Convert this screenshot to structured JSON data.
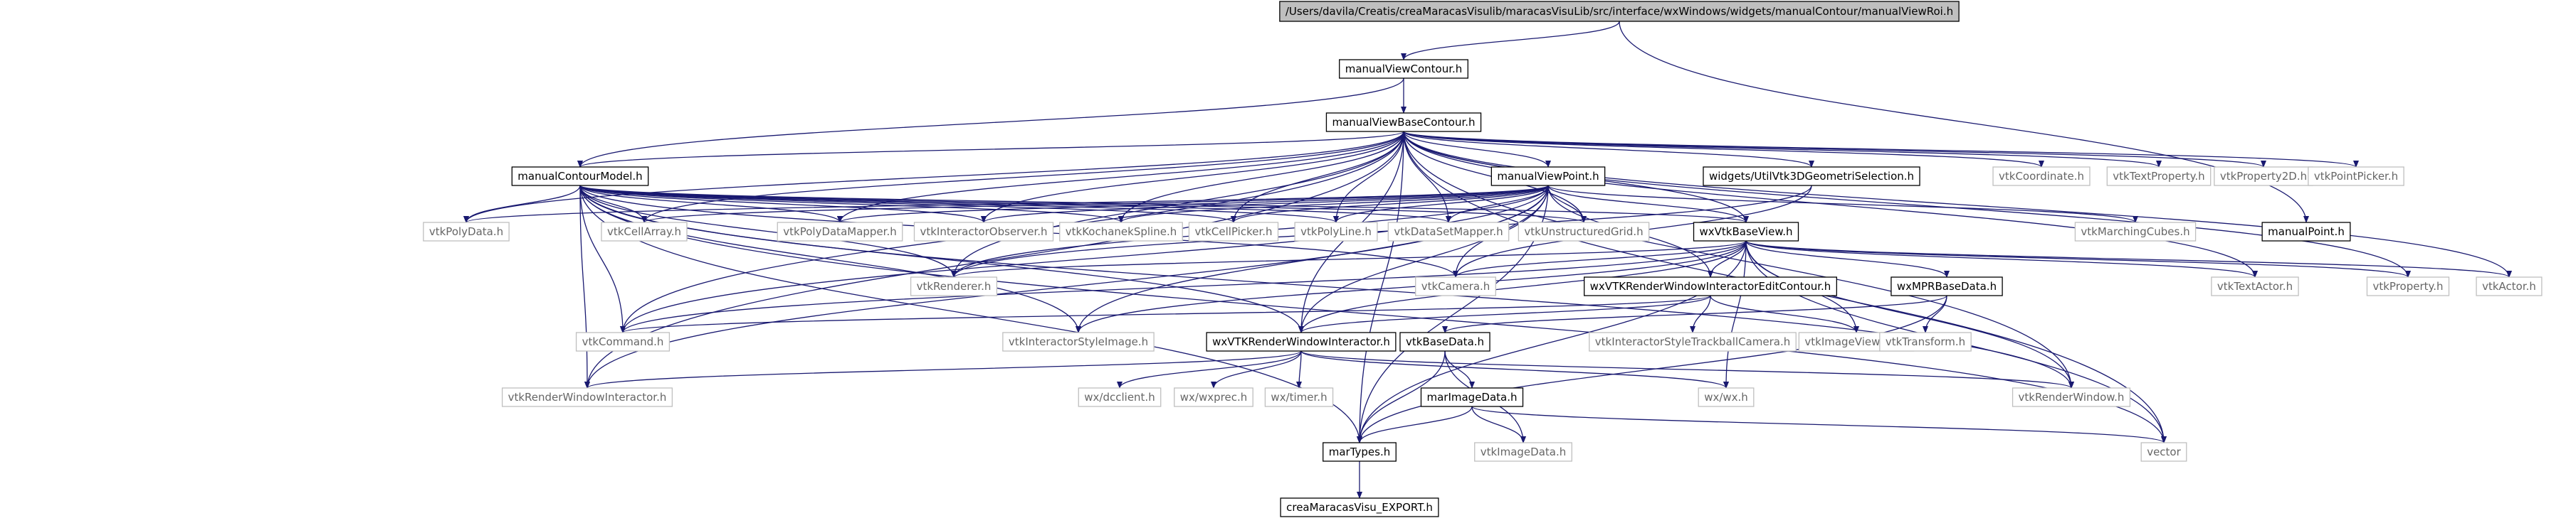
{
  "nodes": [
    {
      "id": "root",
      "label": "/Users/davila/Creatis/creaMaracasVisulib/maracasVisuLib/src/interface/wxWindows/widgets/manualContour/manualViewRoi.h",
      "style": "root"
    },
    {
      "id": "mvc",
      "label": "manualViewContour.h",
      "style": "doc"
    },
    {
      "id": "mvbc",
      "label": "manualViewBaseContour.h",
      "style": "doc"
    },
    {
      "id": "mcm",
      "label": "manualContourModel.h",
      "style": "doc"
    },
    {
      "id": "mvp",
      "label": "manualViewPoint.h",
      "style": "doc"
    },
    {
      "id": "wu3d",
      "label": "widgets/UtilVtk3DGeometriSelection.h",
      "style": "doc"
    },
    {
      "id": "vcoord",
      "label": "vtkCoordinate.h",
      "style": "ext"
    },
    {
      "id": "vtextp",
      "label": "vtkTextProperty.h",
      "style": "ext"
    },
    {
      "id": "vp2d",
      "label": "vtkProperty2D.h",
      "style": "ext"
    },
    {
      "id": "vpp",
      "label": "vtkPointPicker.h",
      "style": "ext"
    },
    {
      "id": "vpd",
      "label": "vtkPolyData.h",
      "style": "ext"
    },
    {
      "id": "vca",
      "label": "vtkCellArray.h",
      "style": "ext"
    },
    {
      "id": "vpdm",
      "label": "vtkPolyDataMapper.h",
      "style": "ext"
    },
    {
      "id": "vio",
      "label": "vtkInteractorObserver.h",
      "style": "ext"
    },
    {
      "id": "vks",
      "label": "vtkKochanekSpline.h",
      "style": "ext"
    },
    {
      "id": "vcp",
      "label": "vtkCellPicker.h",
      "style": "ext"
    },
    {
      "id": "vpl",
      "label": "vtkPolyLine.h",
      "style": "ext"
    },
    {
      "id": "vdsm",
      "label": "vtkDataSetMapper.h",
      "style": "ext"
    },
    {
      "id": "vug",
      "label": "vtkUnstructuredGrid.h",
      "style": "ext"
    },
    {
      "id": "wxvbv",
      "label": "wxVtkBaseView.h",
      "style": "doc"
    },
    {
      "id": "vmc",
      "label": "vtkMarchingCubes.h",
      "style": "ext"
    },
    {
      "id": "mp",
      "label": "manualPoint.h",
      "style": "doc"
    },
    {
      "id": "vren",
      "label": "vtkRenderer.h",
      "style": "ext"
    },
    {
      "id": "vcam",
      "label": "vtkCamera.h",
      "style": "ext"
    },
    {
      "id": "wxrwiec",
      "label": "wxVTKRenderWindowInteractorEditContour.h",
      "style": "doc"
    },
    {
      "id": "wxmpr",
      "label": "wxMPRBaseData.h",
      "style": "doc"
    },
    {
      "id": "vta",
      "label": "vtkTextActor.h",
      "style": "ext"
    },
    {
      "id": "vprop",
      "label": "vtkProperty.h",
      "style": "ext"
    },
    {
      "id": "vactor",
      "label": "vtkActor.h",
      "style": "ext"
    },
    {
      "id": "vcmd",
      "label": "vtkCommand.h",
      "style": "ext"
    },
    {
      "id": "visi",
      "label": "vtkInteractorStyleImage.h",
      "style": "ext"
    },
    {
      "id": "wxrwi",
      "label": "wxVTKRenderWindowInteractor.h",
      "style": "doc"
    },
    {
      "id": "vistc",
      "label": "vtkInteractorStyleTrackballCamera.h",
      "style": "ext"
    },
    {
      "id": "viv2",
      "label": "vtkImageViewer2.h",
      "style": "ext"
    },
    {
      "id": "vtrans",
      "label": "vtkTransform.h",
      "style": "ext"
    },
    {
      "id": "vbd",
      "label": "vtkBaseData.h",
      "style": "doc"
    },
    {
      "id": "vrwi",
      "label": "vtkRenderWindowInteractor.h",
      "style": "ext"
    },
    {
      "id": "wxdc",
      "label": "wx/dcclient.h",
      "style": "ext"
    },
    {
      "id": "wxprec",
      "label": "wx/wxprec.h",
      "style": "ext"
    },
    {
      "id": "wxtimer",
      "label": "wx/timer.h",
      "style": "ext"
    },
    {
      "id": "mid",
      "label": "marImageData.h",
      "style": "doc"
    },
    {
      "id": "wxwx",
      "label": "wx/wx.h",
      "style": "ext"
    },
    {
      "id": "vrw",
      "label": "vtkRenderWindow.h",
      "style": "ext"
    },
    {
      "id": "mt",
      "label": "marTypes.h",
      "style": "doc"
    },
    {
      "id": "vid",
      "label": "vtkImageData.h",
      "style": "ext"
    },
    {
      "id": "vector",
      "label": "vector",
      "style": "ext"
    },
    {
      "id": "export",
      "label": "creaMaracasVisu_EXPORT.h",
      "style": "doc"
    }
  ],
  "edges": [
    [
      "root",
      "mvc"
    ],
    [
      "root",
      "mp"
    ],
    [
      "mvc",
      "mvbc"
    ],
    [
      "mvc",
      "mcm"
    ],
    [
      "mvbc",
      "mcm"
    ],
    [
      "mvbc",
      "mvp"
    ],
    [
      "mvbc",
      "wu3d"
    ],
    [
      "mvbc",
      "vcoord"
    ],
    [
      "mvbc",
      "vtextp"
    ],
    [
      "mvbc",
      "vp2d"
    ],
    [
      "mvbc",
      "vpp"
    ],
    [
      "mvbc",
      "vpd"
    ],
    [
      "mvbc",
      "vca"
    ],
    [
      "mvbc",
      "vpdm"
    ],
    [
      "mvbc",
      "vio"
    ],
    [
      "mvbc",
      "vks"
    ],
    [
      "mvbc",
      "vcp"
    ],
    [
      "mvbc",
      "vpl"
    ],
    [
      "mvbc",
      "vdsm"
    ],
    [
      "mvbc",
      "vug"
    ],
    [
      "mvbc",
      "wxvbv"
    ],
    [
      "mvbc",
      "vta"
    ],
    [
      "mvbc",
      "vprop"
    ],
    [
      "mvbc",
      "vactor"
    ],
    [
      "mvbc",
      "vrw"
    ],
    [
      "mvbc",
      "vector"
    ],
    [
      "mvbc",
      "mt"
    ],
    [
      "mvbc",
      "vren"
    ],
    [
      "mvbc",
      "vrwi"
    ],
    [
      "mvbc",
      "wxrwi"
    ],
    [
      "mvbc",
      "vcmd"
    ],
    [
      "mcm",
      "vpd"
    ],
    [
      "mcm",
      "vca"
    ],
    [
      "mcm",
      "vpdm"
    ],
    [
      "mcm",
      "vio"
    ],
    [
      "mcm",
      "vks"
    ],
    [
      "mcm",
      "vcp"
    ],
    [
      "mcm",
      "vpl"
    ],
    [
      "mcm",
      "vdsm"
    ],
    [
      "mcm",
      "vug"
    ],
    [
      "mcm",
      "wxvbv"
    ],
    [
      "mcm",
      "vren"
    ],
    [
      "mcm",
      "vcam"
    ],
    [
      "mcm",
      "vcmd"
    ],
    [
      "mcm",
      "visi"
    ],
    [
      "mcm",
      "wxrwi"
    ],
    [
      "mcm",
      "vrwi"
    ],
    [
      "mcm",
      "mt"
    ],
    [
      "mcm",
      "vector"
    ],
    [
      "mcm",
      "vrw"
    ],
    [
      "mvp",
      "vpd"
    ],
    [
      "mvp",
      "vca"
    ],
    [
      "mvp",
      "vpdm"
    ],
    [
      "mvp",
      "vio"
    ],
    [
      "mvp",
      "vks"
    ],
    [
      "mvp",
      "vcp"
    ],
    [
      "mvp",
      "vpl"
    ],
    [
      "mvp",
      "vdsm"
    ],
    [
      "mvp",
      "vug"
    ],
    [
      "mvp",
      "wxvbv"
    ],
    [
      "mvp",
      "vren"
    ],
    [
      "mvp",
      "vcam"
    ],
    [
      "mvp",
      "wxrwiec"
    ],
    [
      "mvp",
      "wxrwi"
    ],
    [
      "mvp",
      "visi"
    ],
    [
      "mvp",
      "vcmd"
    ],
    [
      "mvp",
      "mt"
    ],
    [
      "mvp",
      "vmc"
    ],
    [
      "mvp",
      "vrwi"
    ],
    [
      "wu3d",
      "vcam"
    ],
    [
      "wu3d",
      "vren"
    ],
    [
      "wxvbv",
      "vren"
    ],
    [
      "wxvbv",
      "vcam"
    ],
    [
      "wxvbv",
      "wxrwiec"
    ],
    [
      "wxvbv",
      "wxmpr"
    ],
    [
      "wxvbv",
      "vta"
    ],
    [
      "wxvbv",
      "vprop"
    ],
    [
      "wxvbv",
      "vactor"
    ],
    [
      "wxvbv",
      "viv2"
    ],
    [
      "wxvbv",
      "wxrwi"
    ],
    [
      "wxvbv",
      "visi"
    ],
    [
      "wxvbv",
      "vcmd"
    ],
    [
      "wxvbv",
      "wxwx"
    ],
    [
      "wxvbv",
      "vrw"
    ],
    [
      "wxvbv",
      "mt"
    ],
    [
      "wxvbv",
      "vector"
    ],
    [
      "wxrwiec",
      "wxrwi"
    ],
    [
      "wxrwiec",
      "vistc"
    ],
    [
      "wxrwiec",
      "viv2"
    ],
    [
      "wxrwiec",
      "vcmd"
    ],
    [
      "wxmpr",
      "vbd"
    ],
    [
      "wxmpr",
      "vtrans"
    ],
    [
      "wxmpr",
      "mt"
    ],
    [
      "wxrwi",
      "wxdc"
    ],
    [
      "wxrwi",
      "wxprec"
    ],
    [
      "wxrwi",
      "wxtimer"
    ],
    [
      "wxrwi",
      "wxwx"
    ],
    [
      "wxrwi",
      "vrw"
    ],
    [
      "wxrwi",
      "vrwi"
    ],
    [
      "vbd",
      "mid"
    ],
    [
      "vbd",
      "mt"
    ],
    [
      "vbd",
      "vid"
    ],
    [
      "mid",
      "mt"
    ],
    [
      "mid",
      "vid"
    ],
    [
      "mid",
      "vector"
    ],
    [
      "mt",
      "export"
    ]
  ]
}
